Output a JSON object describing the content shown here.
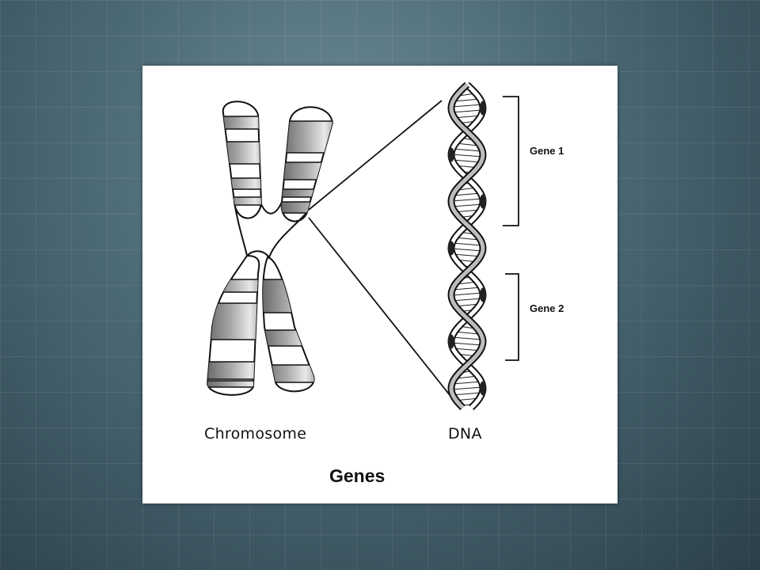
{
  "diagram": {
    "title": "Genes",
    "labels": {
      "chromosome": "Chromosome",
      "dna": "DNA",
      "gene_1": "Gene 1",
      "gene_2": "Gene 2"
    },
    "colors": {
      "slide_background": "#3f5d69",
      "panel": "#ffffff",
      "ink": "#111111",
      "band_dark": "#8a8a8a"
    }
  }
}
